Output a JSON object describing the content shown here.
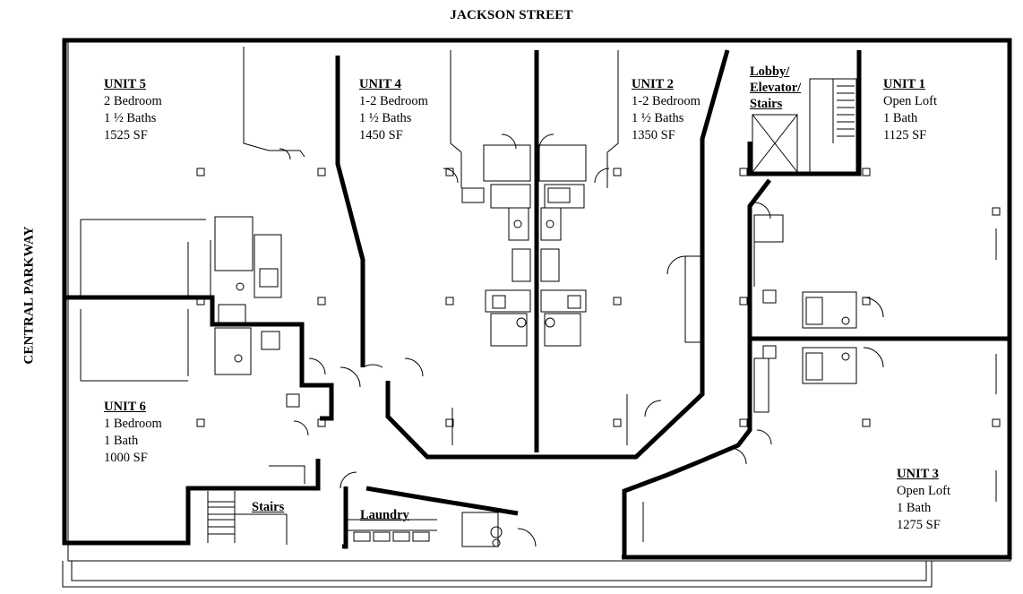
{
  "streets": {
    "top": "JACKSON STREET",
    "left": "CENTRAL PARKWAY"
  },
  "units": [
    {
      "name": "UNIT 5",
      "type": "2 Bedroom",
      "baths": "1 ½ Baths",
      "area": "1525 SF"
    },
    {
      "name": "UNIT 4",
      "type": "1-2 Bedroom",
      "baths": "1 ½ Baths",
      "area": "1450 SF"
    },
    {
      "name": "UNIT 2",
      "type": "1-2 Bedroom",
      "baths": "1 ½ Baths",
      "area": "1350 SF"
    },
    {
      "name": "UNIT 1",
      "type": "Open Loft",
      "baths": "1 Bath",
      "area": "1125 SF"
    },
    {
      "name": "UNIT 6",
      "type": "1 Bedroom",
      "baths": "1 Bath",
      "area": "1000 SF"
    },
    {
      "name": "UNIT 3",
      "type": "Open Loft",
      "baths": "1 Bath",
      "area": "1275 SF"
    }
  ],
  "common_areas": {
    "lobby": [
      "Lobby/",
      "Elevator/",
      "Stairs"
    ],
    "stairs": "Stairs",
    "laundry": "Laundry"
  }
}
